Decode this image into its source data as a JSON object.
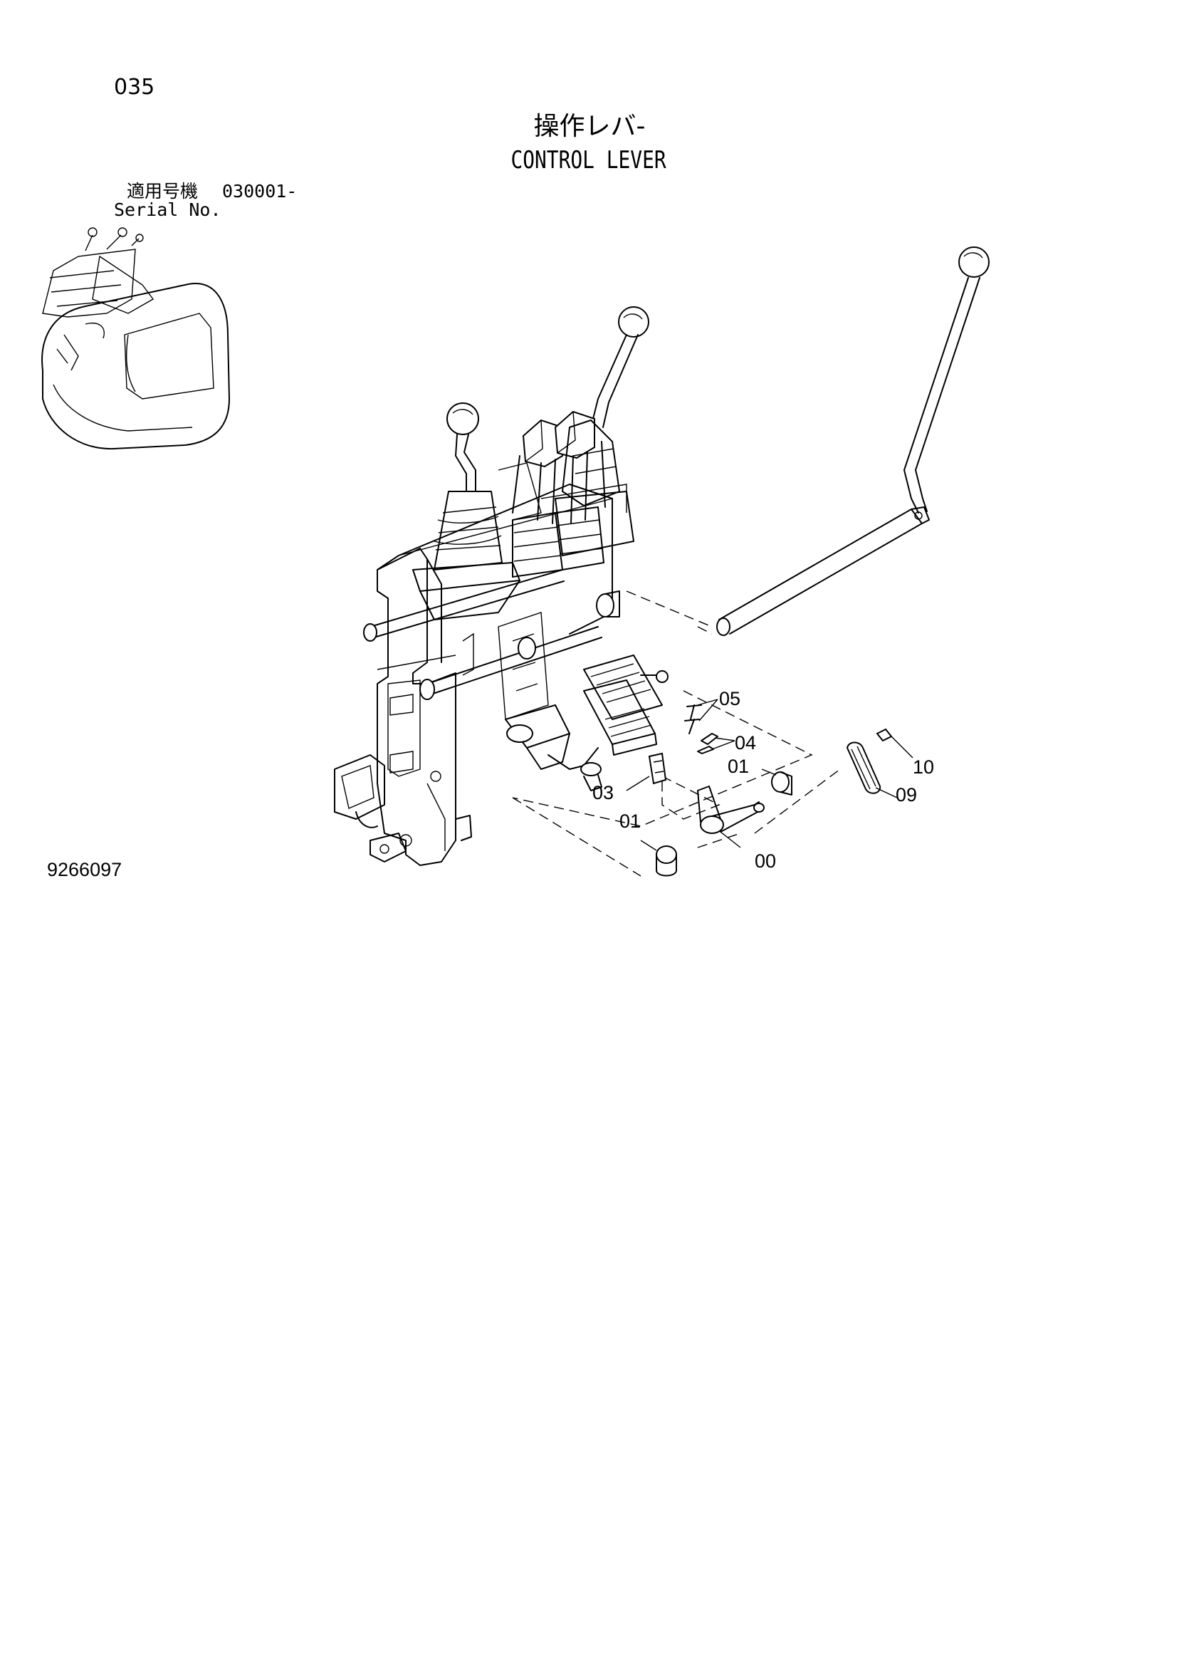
{
  "page_number": "035",
  "title_jp": "操作レバ-",
  "title_en": "CONTROL LEVER",
  "serial": {
    "label_jp": "適用号機",
    "number": "030001-",
    "label_en": "Serial No."
  },
  "drawing_number": "9266097",
  "callouts": [
    "05",
    "04",
    "01",
    "10",
    "03",
    "09",
    "01",
    "00"
  ]
}
